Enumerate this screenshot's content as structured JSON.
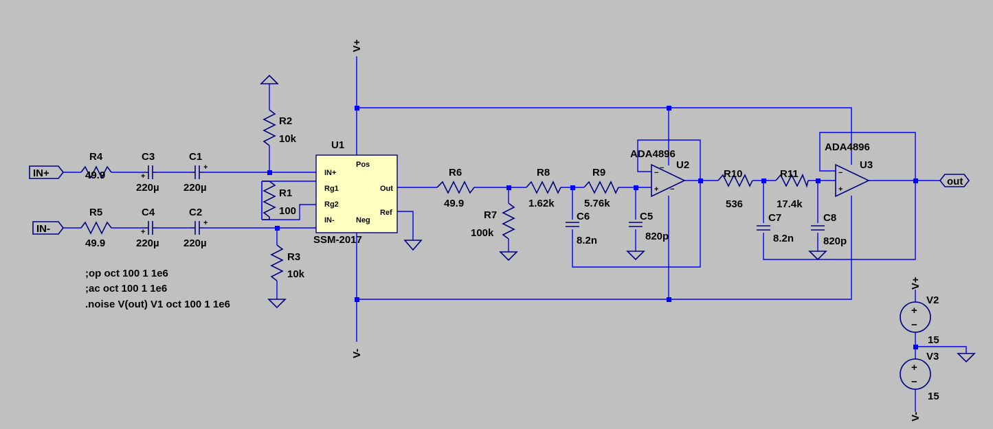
{
  "ports": {
    "in_plus": "IN+",
    "in_minus": "IN-",
    "out": "out"
  },
  "supply": {
    "vplus": "V+",
    "vminus": "V-"
  },
  "components": {
    "R4": {
      "name": "R4",
      "value": "49.9"
    },
    "R5": {
      "name": "R5",
      "value": "49.9"
    },
    "C3": {
      "name": "C3",
      "value": "220µ"
    },
    "C1": {
      "name": "C1",
      "value": "220µ"
    },
    "C4": {
      "name": "C4",
      "value": "220µ"
    },
    "C2": {
      "name": "C2",
      "value": "220µ"
    },
    "R2": {
      "name": "R2",
      "value": "10k"
    },
    "R1": {
      "name": "R1",
      "value": "100"
    },
    "R3": {
      "name": "R3",
      "value": "10k"
    },
    "U1": {
      "name": "U1",
      "part": "SSM-2017",
      "pins": {
        "inp": "IN+",
        "rg1": "Rg1",
        "rg2": "Rg2",
        "inm": "IN-",
        "pos": "Pos",
        "neg": "Neg",
        "out": "Out",
        "ref": "Ref"
      }
    },
    "R6": {
      "name": "R6",
      "value": "49.9"
    },
    "R7": {
      "name": "R7",
      "value": "100k"
    },
    "R8": {
      "name": "R8",
      "value": "1.62k"
    },
    "R9": {
      "name": "R9",
      "value": "5.76k"
    },
    "C6": {
      "name": "C6",
      "value": "8.2n"
    },
    "C5": {
      "name": "C5",
      "value": "820p"
    },
    "U2": {
      "name": "U2",
      "part": "ADA4896"
    },
    "R10": {
      "name": "R10",
      "value": "536"
    },
    "R11": {
      "name": "R11",
      "value": "17.4k"
    },
    "C7": {
      "name": "C7",
      "value": "8.2n"
    },
    "C8": {
      "name": "C8",
      "value": "820p"
    },
    "U3": {
      "name": "U3",
      "part": "ADA4896"
    },
    "V2": {
      "name": "V2",
      "value": "15"
    },
    "V3": {
      "name": "V3",
      "value": "15"
    }
  },
  "directives": [
    ";op oct 100 1 1e6",
    ";ac oct 100 1 1e6",
    ".noise V(out) V1 oct 100 1 1e6"
  ],
  "symbols": {
    "plus": "+",
    "minus": "−"
  }
}
